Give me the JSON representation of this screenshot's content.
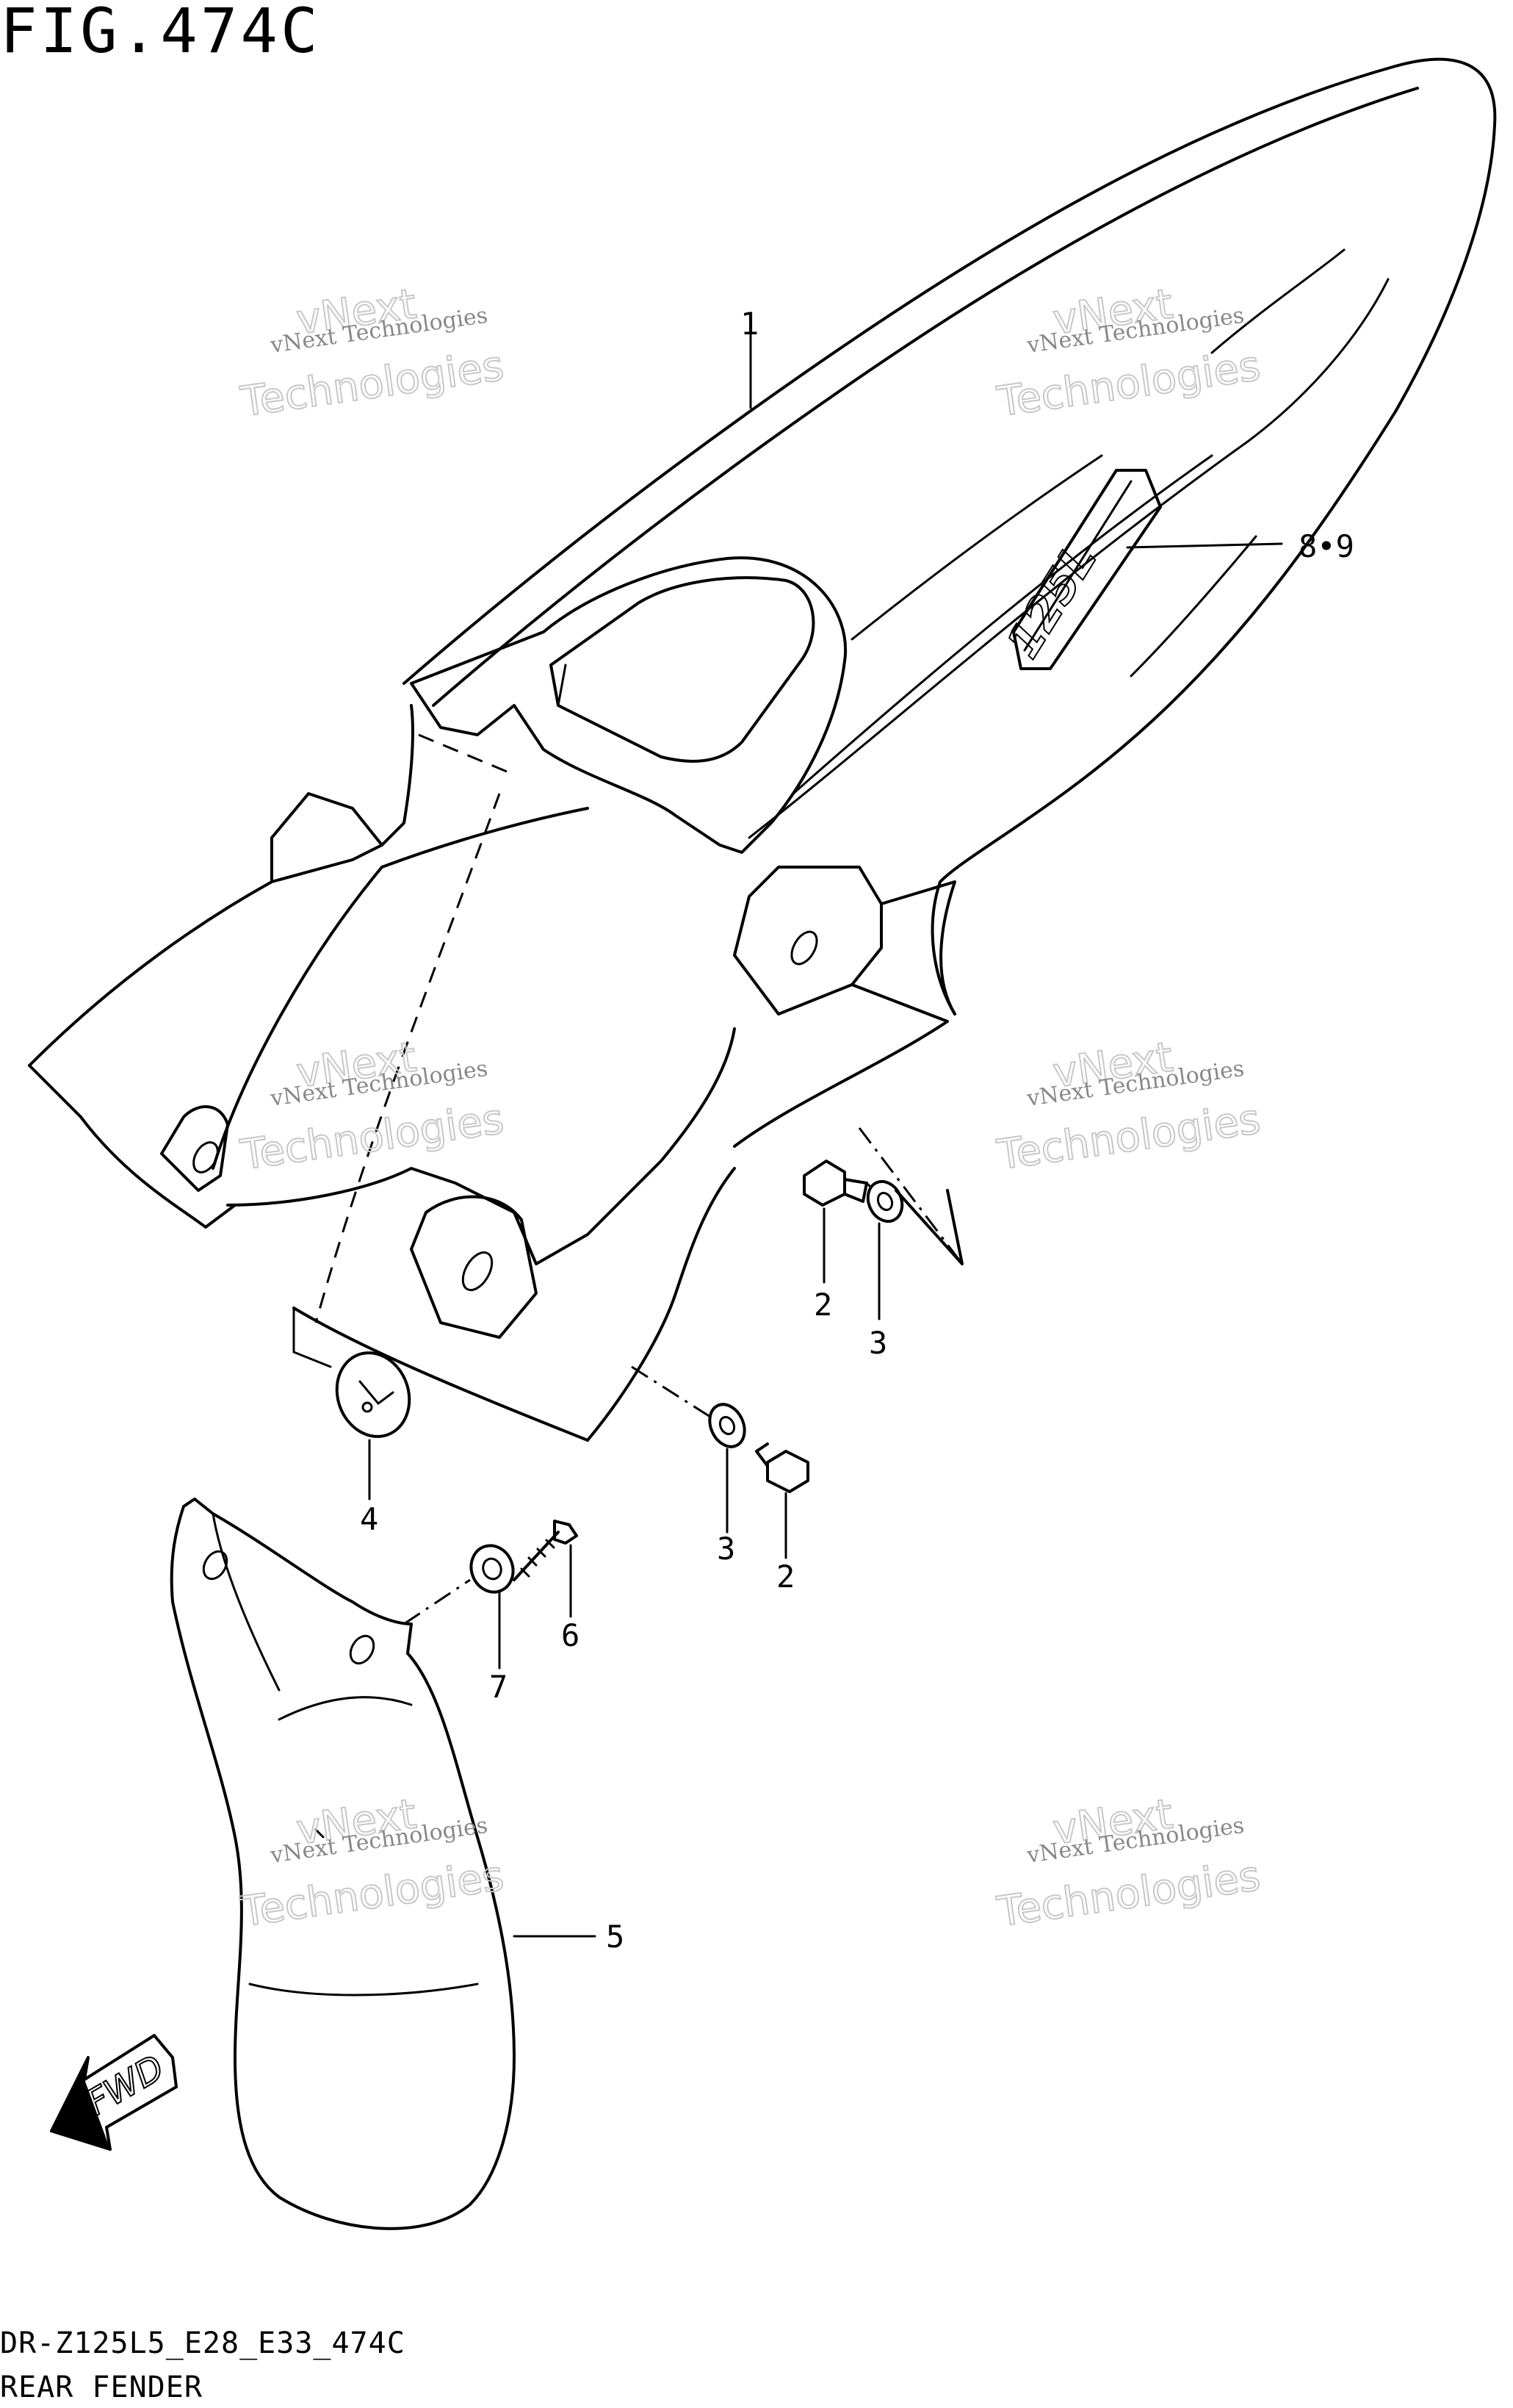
{
  "figure": {
    "title": "FIG.474C",
    "code": "DR-Z125L5_E28_E33_474C",
    "name": "REAR FENDER"
  },
  "callouts": [
    {
      "id": "c1",
      "label": "1"
    },
    {
      "id": "c89",
      "label": "8•9"
    },
    {
      "id": "c2a",
      "label": "2"
    },
    {
      "id": "c3a",
      "label": "3"
    },
    {
      "id": "c4",
      "label": "4"
    },
    {
      "id": "c3b",
      "label": "3"
    },
    {
      "id": "c2b",
      "label": "2"
    },
    {
      "id": "c6",
      "label": "6"
    },
    {
      "id": "c7",
      "label": "7"
    },
    {
      "id": "c5",
      "label": "5"
    }
  ],
  "fwd_label": "FWD",
  "decal_text": "125L",
  "watermark": {
    "line1": "vNext Technologies",
    "line2": "vNext",
    "line3": "Technologies",
    "color": "#c8c8c8"
  },
  "colors": {
    "ink": "#000000",
    "background": "#ffffff"
  }
}
